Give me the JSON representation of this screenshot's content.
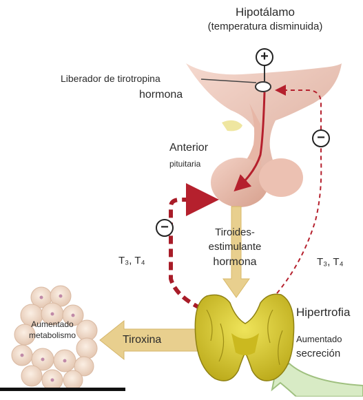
{
  "labels": {
    "hypothalamus_title": "Hipotálamo",
    "hypothalamus_sub": "(temperatura disminuida)",
    "trh_line1": "Liberador de tirotropina",
    "trh_line2": "hormona",
    "anterior": "Anterior",
    "pituitary": "pituitaria",
    "tsh_line1": "Tiroides-",
    "tsh_line2": "estimulante",
    "tsh_line3": "hormona",
    "t3t4_left": "T₃, T₄",
    "t3t4_right": "T₃, T₄",
    "metab_line1": "Aumentado",
    "metab_line2": "metabolismo",
    "thyroxine": "Tiroxina",
    "hypertrophy": "Hipertrofia",
    "secretion_line1": "Aumentado",
    "secretion_line2": "secreción"
  },
  "symbols": {
    "stimulate": "+",
    "inhibit_left": "−",
    "inhibit_right": "−"
  },
  "colors": {
    "feedback_red": "#b5202d",
    "thick_feedback_red": "#a81c28",
    "pituitary_pink": "#e6b3a4",
    "thyroid_yellow": "#d9cc1f",
    "arrow_beige": "#e8cf8e",
    "cell_peach": "#f3dfcf"
  }
}
